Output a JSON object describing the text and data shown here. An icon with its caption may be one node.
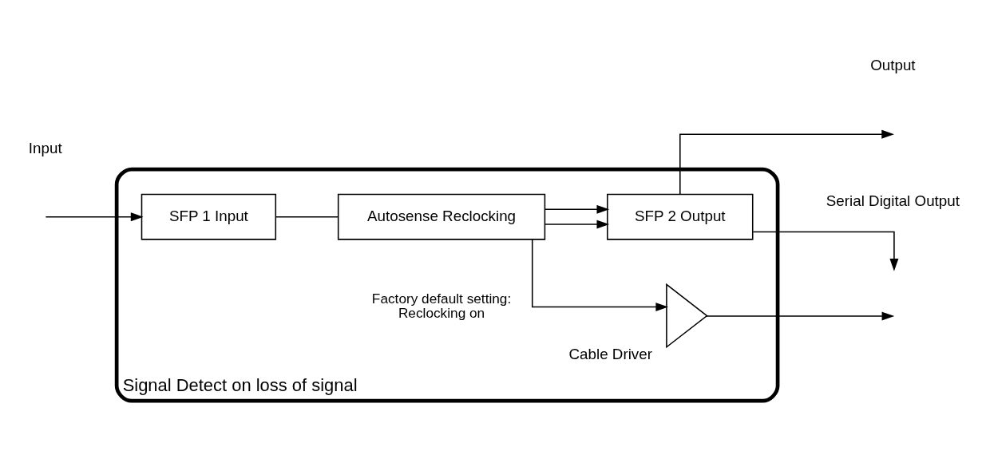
{
  "diagram": {
    "nodes": [
      {
        "text": [
          "Signal Detect on loss of signal"
        ]
      },
      {
        "text": [
          "SFP 1 Input"
        ],
        "in": 0
      },
      {
        "text": [
          "Autosense Reclocking"
        ],
        "in": 0,
        "beside": [
          "Factory default setting: Reclocking on"
        ]
      },
      {
        "text": [
          "SFP 2 Output"
        ],
        "in": 0
      },
      {
        "text": [],
        "shape": "triangle",
        "in": 0,
        "beside": [
          "Cable Driver"
        ]
      }
    ],
    "edges": [
      {
        "from": null,
        "to": 1,
        "arrow": "to"
      },
      {
        "from": 1,
        "to": 2,
        "arrow": "none"
      },
      {
        "from": 2,
        "to": 3,
        "arrow": "to"
      },
      {
        "from": 2,
        "to": 3,
        "arrow": "to"
      },
      {
        "from": 2,
        "to": 4,
        "arrow": "to"
      },
      {
        "from": 3,
        "to": null,
        "arrow": "to"
      },
      {
        "from": 3,
        "to": null,
        "arrow": "to"
      },
      {
        "from": 4,
        "to": null,
        "arrow": "to"
      }
    ],
    "labels": [
      "Input",
      "Output",
      "Serial Digital Output"
    ]
  }
}
